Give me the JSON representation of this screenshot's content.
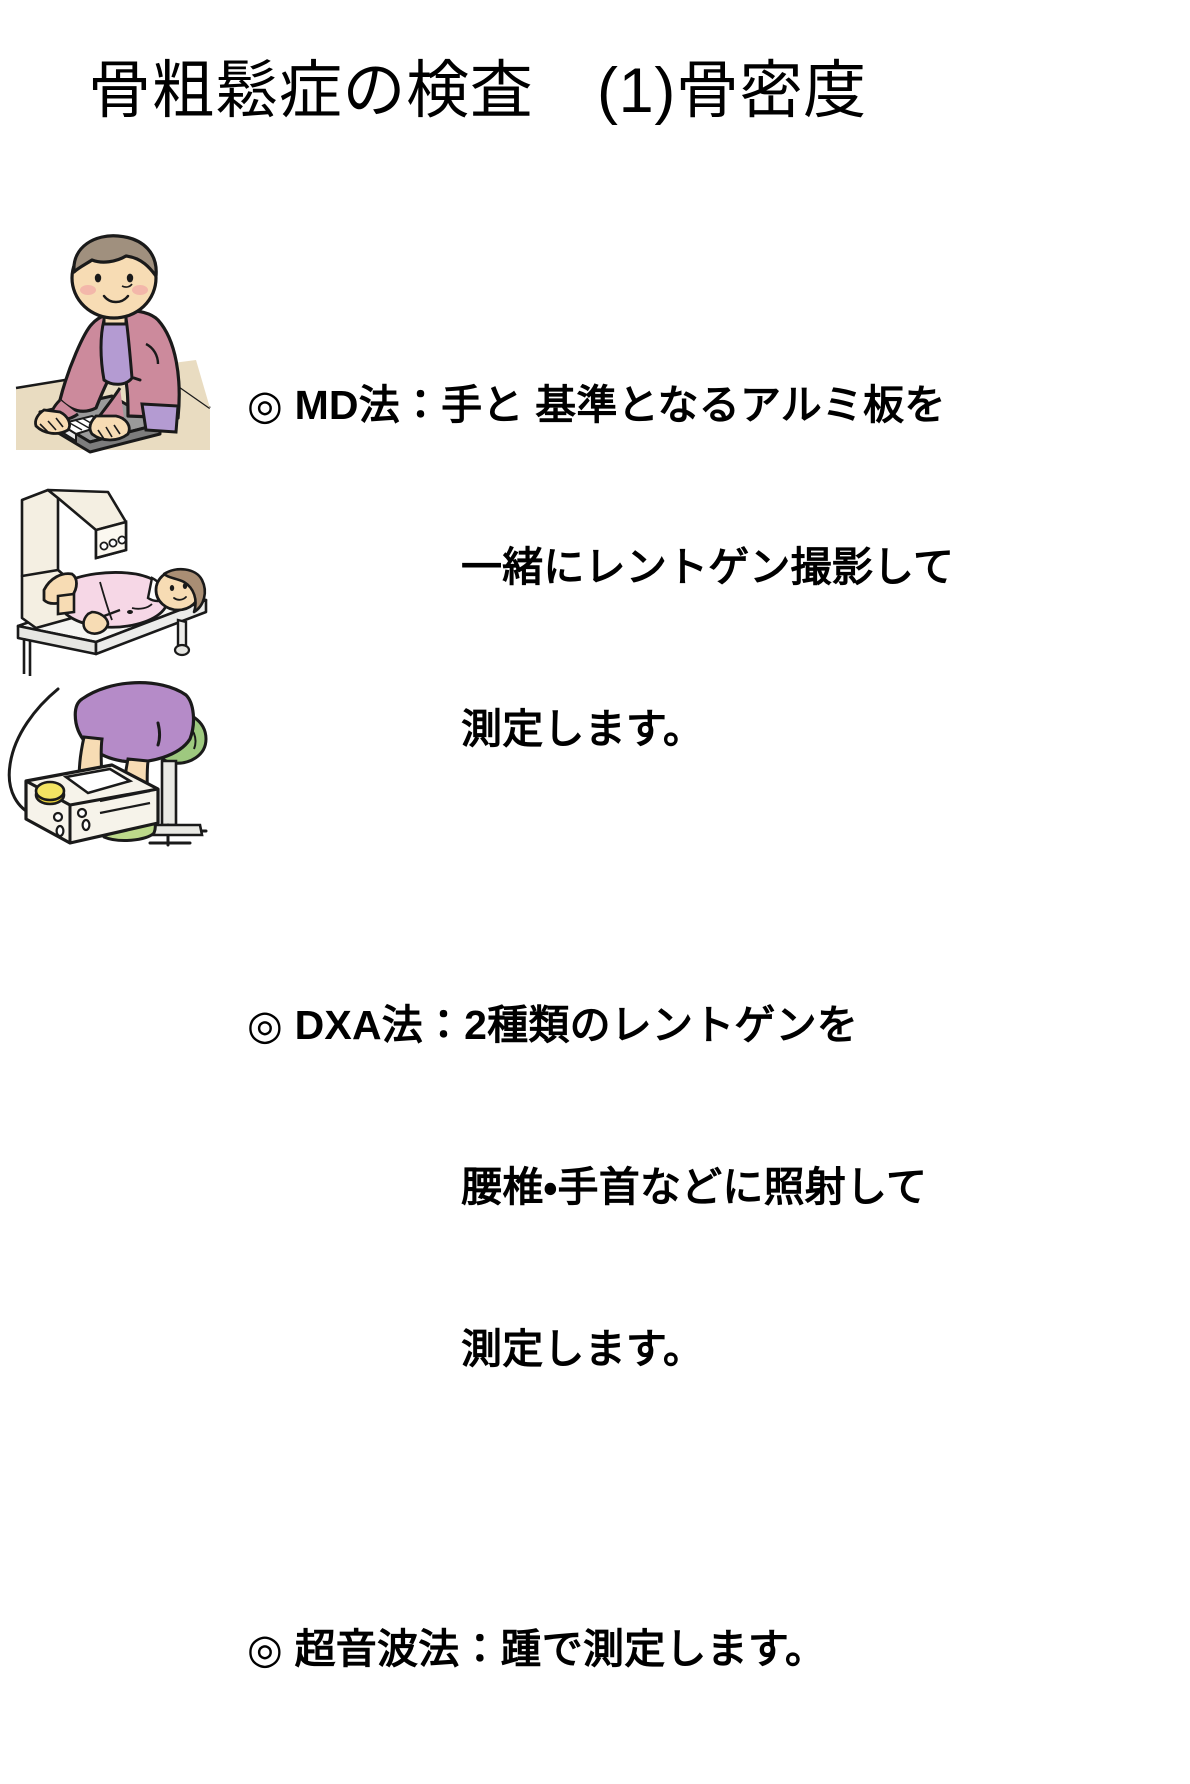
{
  "slide": {
    "title": "骨粗鬆症の検査　(1)骨密度",
    "background_color": "#ffffff",
    "text_color": "#000000"
  },
  "bullets": [
    {
      "id": "md",
      "marker": "◎",
      "method_label": "MD法",
      "separator": "：",
      "lines": [
        "◎ MD法：手と 基準となるアルミ板を",
        "一緒にレントゲン撮影して",
        "測定します。"
      ],
      "figure": {
        "name": "md-method-illustration",
        "alt": "机の上のアルミ板に両手を置いている女性",
        "colors": {
          "table": "#e9dcc1",
          "jacket": "#cc8a9c",
          "shirt": "#b49bd2",
          "skin": "#f7dcb4",
          "hair": "#a0907e",
          "plate": "#9a9a9a",
          "outline": "#1a1a1a"
        }
      }
    },
    {
      "id": "dxa",
      "marker": "◎",
      "method_label": "DXA法",
      "separator": "：",
      "lines": [
        "◎ DXA法：2種類のレントゲンを",
        "腰椎・手首などに照射して",
        "測定します。"
      ],
      "figure": {
        "name": "dxa-method-illustration",
        "alt": "DXA装置の寝台に横たわる女性",
        "colors": {
          "machine": "#f4efe2",
          "gown": "#f6d7e6",
          "bed": "#f5f5f2",
          "skin": "#f7dcb4",
          "hair": "#a98e74",
          "outline": "#1a1a1a"
        }
      }
    },
    {
      "id": "ultrasound",
      "marker": "◎",
      "method_label": "超音波法",
      "separator": "：",
      "lines": [
        "◎ 超音波法：踵で測定します。"
      ],
      "figure": {
        "name": "ultrasound-method-illustration",
        "alt": "超音波測定装置に片足を乗せた人物",
        "colors": {
          "skirt": "#b58bc8",
          "stool": "#9ec97f",
          "slipper": "#bcd98a",
          "device": "#f6f3ea",
          "knob": "#ead23a",
          "skin": "#f7dcb4",
          "outline": "#1a1a1a"
        }
      }
    }
  ]
}
